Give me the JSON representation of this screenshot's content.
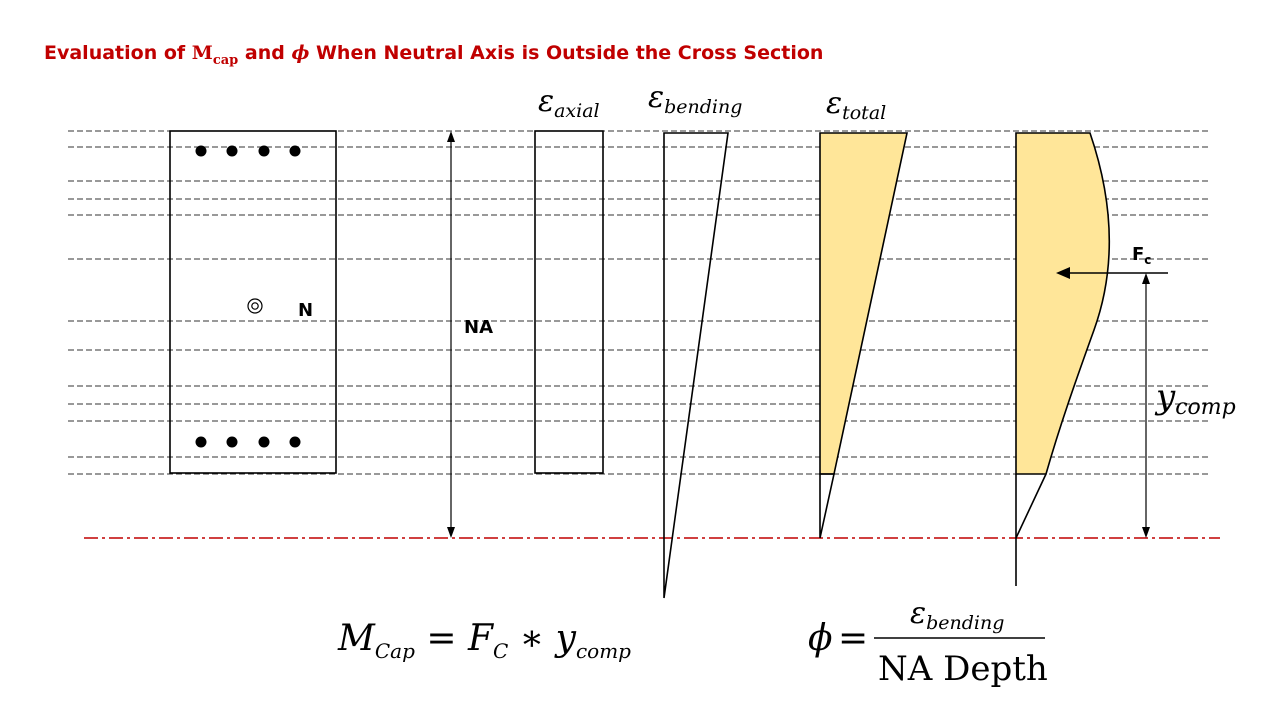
{
  "title": {
    "prefix": "Evaluation of ",
    "m_symbol": "M",
    "m_sub": "cap",
    "and": " and ",
    "phi": "ϕ",
    "suffix": " When Neutral Axis is Outside the Cross Section"
  },
  "headers": {
    "axial": {
      "symbol": "ε",
      "sub": "axial"
    },
    "bending": {
      "symbol": "ε",
      "sub": "bending"
    },
    "total": {
      "symbol": "ε",
      "sub": "total"
    }
  },
  "labels": {
    "neutral_point": "N",
    "na": "NA",
    "fc_letter": "F",
    "fc_sub": "c",
    "ycomp_letter": "y",
    "ycomp_sub": "comp"
  },
  "formulas": {
    "mcap": {
      "m": "M",
      "m_sub": "Cap",
      "eq": " = ",
      "f": "F",
      "f_sub": "C",
      "times": " ∗ ",
      "y": "y",
      "y_sub": "comp"
    },
    "phi": {
      "lhs": "ϕ",
      "eq": "=",
      "num_symbol": "ε",
      "num_sub": "bending",
      "den": "NA Depth"
    }
  },
  "colors": {
    "title": "#c00000",
    "na_line": "#c00000",
    "fill": "#ffe699",
    "stroke": "#000000"
  }
}
